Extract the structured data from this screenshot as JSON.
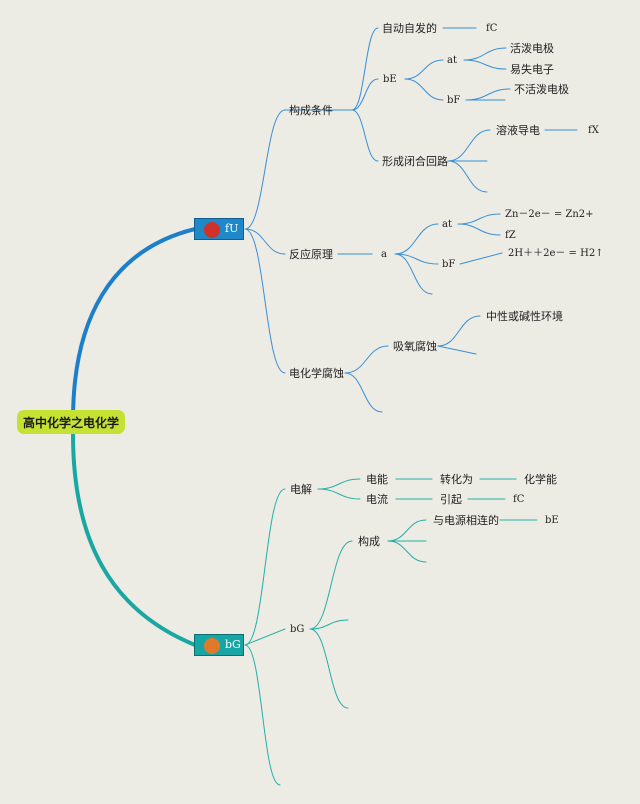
{
  "root": "高中化学之电化学",
  "colors": {
    "blue": "#3a8fd6",
    "teal": "#22b0a8",
    "hub_blue": "#1e88c8",
    "hub_teal": "#18a5a5",
    "dot_red": "#d0322a",
    "dot_orange": "#e07a2a",
    "root_bg": "#c5e233"
  },
  "hub1": {
    "label": "fU"
  },
  "hub2": {
    "label": "bG"
  },
  "n": {
    "gouchengtiaojian": "构成条件",
    "zidongzifa": "自动自发的",
    "fC1": "fC",
    "bE1": "bE",
    "at1": "at",
    "huopo": "活泼电极",
    "yishi": "易失电子",
    "bF1": "bF",
    "buhuopo": "不活泼电极",
    "xingcheng": "形成闭合回路",
    "rongye": "溶液导电",
    "fX": "fX",
    "fanying": "反应原理",
    "a": "a",
    "at2": "at",
    "zn": "Zn－2e－ = Zn2+",
    "fZ": "fZ",
    "bF2": "bF",
    "h2": "2H＋＋2e－ = H2↑",
    "dianhuaxue": "电化学腐蚀",
    "xiyang": "吸氧腐蚀",
    "zhongxing": "中性或碱性环境",
    "dianjie": "电解",
    "dianneng": "电能",
    "zhuanhua": "转化为",
    "huaxueneng": "化学能",
    "dianliu": "电流",
    "yinqi": "引起",
    "fC2": "fC",
    "bG2": "bG",
    "goucheng": "构成",
    "dianyuan": "与电源相连的",
    "bE2": "bE"
  }
}
